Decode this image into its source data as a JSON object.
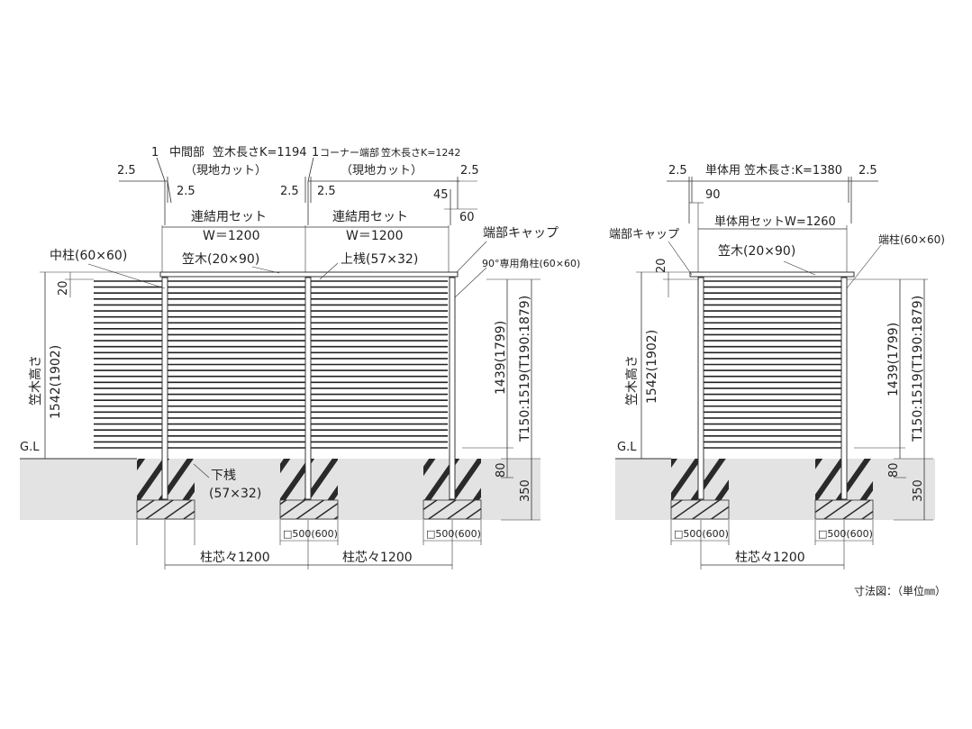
{
  "colors": {
    "line": "#333333",
    "ground": "#e3e3e3",
    "slat": "#222222",
    "dim": "#444444"
  },
  "left": {
    "label_1_mid": "1",
    "label_mid_part": "中間部",
    "label_mid_kasagi": "笠木長さK=1194",
    "label_1_corner": "1",
    "label_corner_part": "コーナー端部",
    "label_corner_kasagi": "笠木長さK=1242",
    "genchi1": "（現地カット）",
    "genchi2": "（現地カット）",
    "d25_a": "2.5",
    "d25_b": "2.5",
    "d25_c": "2.5",
    "d25_d": "2.5",
    "d25_e": "2.5",
    "d45": "45",
    "d60": "60",
    "set1": "連結用セット",
    "set2": "連結用セット",
    "w1": "W＝1200",
    "w2": "W＝1200",
    "endcap": "端部キャップ",
    "center_post": "中柱(60×60)",
    "kasagi": "笠木(20×90)",
    "upper_rail": "上桟(57×32)",
    "corner_post": "90°専用角柱(60×60)",
    "d20": "20",
    "kasagi_height": "笠木高さ",
    "kasagi_height_val": "1542(1902)",
    "gl": "G.L",
    "h1439": "1439(1799)",
    "t150": "T150:1519(T190:1879)",
    "lower_rail": "下桟",
    "lower_rail_size": "(57×32)",
    "d80": "80",
    "d350": "350",
    "found1": "□500(600)",
    "found2": "□500(600)",
    "pitch1": "柱芯々1200",
    "pitch2": "柱芯々1200"
  },
  "right": {
    "d25_a": "2.5",
    "d25_b": "2.5",
    "single_kasagi": "単体用  笠木長さ:K=1380",
    "d90": "90",
    "single_set": "単体用セットW=1260",
    "endcap": "端部キャップ",
    "kasagi": "笠木(20×90)",
    "end_post": "端柱(60×60)",
    "d20": "20",
    "kasagi_height": "笠木高さ",
    "kasagi_height_val": "1542(1902)",
    "gl": "G.L",
    "h1439": "1439(1799)",
    "t150": "T150:1519(T190:1879)",
    "d80": "80",
    "d350": "350",
    "found1": "□500(600)",
    "found2": "□500(600)",
    "pitch": "柱芯々1200"
  },
  "footer": "寸法図：（単位㎜）"
}
